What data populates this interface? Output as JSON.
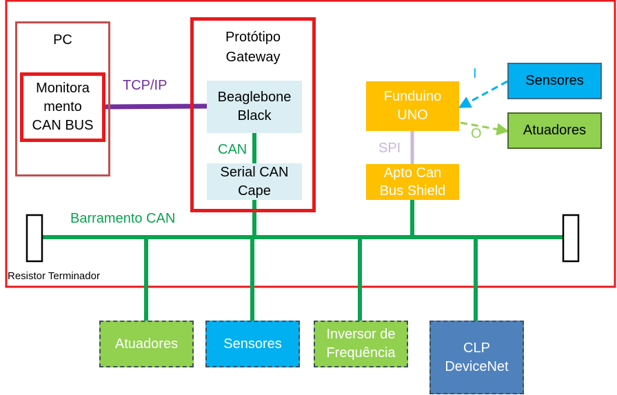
{
  "colors": {
    "frame": "#E8191C",
    "pc_border": "#C0504D",
    "bus": "#0AA350",
    "tcp_link": "#7030A0",
    "spi_link": "#C9B8D6",
    "light_blue_box": "#DAEEF3",
    "orange_box": "#FFC000",
    "cyan_box": "#00B0F0",
    "green_box": "#92D050",
    "blue_box": "#4F81BD",
    "input_arrow": "#00B0F0",
    "output_arrow": "#92D050"
  },
  "pc": {
    "title": "PC",
    "monitor_lines": [
      "Monitora",
      "mento",
      "CAN BUS"
    ]
  },
  "gateway": {
    "title_lines": [
      "Protótipo",
      "Gateway"
    ],
    "beaglebone_lines": [
      "Beaglebone",
      "Black"
    ],
    "can_label": "CAN",
    "serial_can_lines": [
      "Serial CAN",
      "Cape"
    ]
  },
  "links": {
    "tcp_label": "TCP/IP",
    "spi_label": "SPI"
  },
  "funduino": {
    "lines": [
      "Funduino",
      "UNO"
    ]
  },
  "apto": {
    "lines": [
      "Apto Can",
      "Bus Shield"
    ]
  },
  "io": {
    "input_label": "I",
    "output_label": "O",
    "sensores": "Sensores",
    "atuadores": "Atuadores"
  },
  "bus": {
    "label": "Barramento CAN",
    "terminator_label": "Resistor Terminador"
  },
  "devices": {
    "atuadores": "Atuadores",
    "sensores": "Sensores",
    "inversor_lines": [
      "Inversor de",
      "Frequência"
    ],
    "clp_lines": [
      "CLP",
      "DeviceNet"
    ]
  }
}
